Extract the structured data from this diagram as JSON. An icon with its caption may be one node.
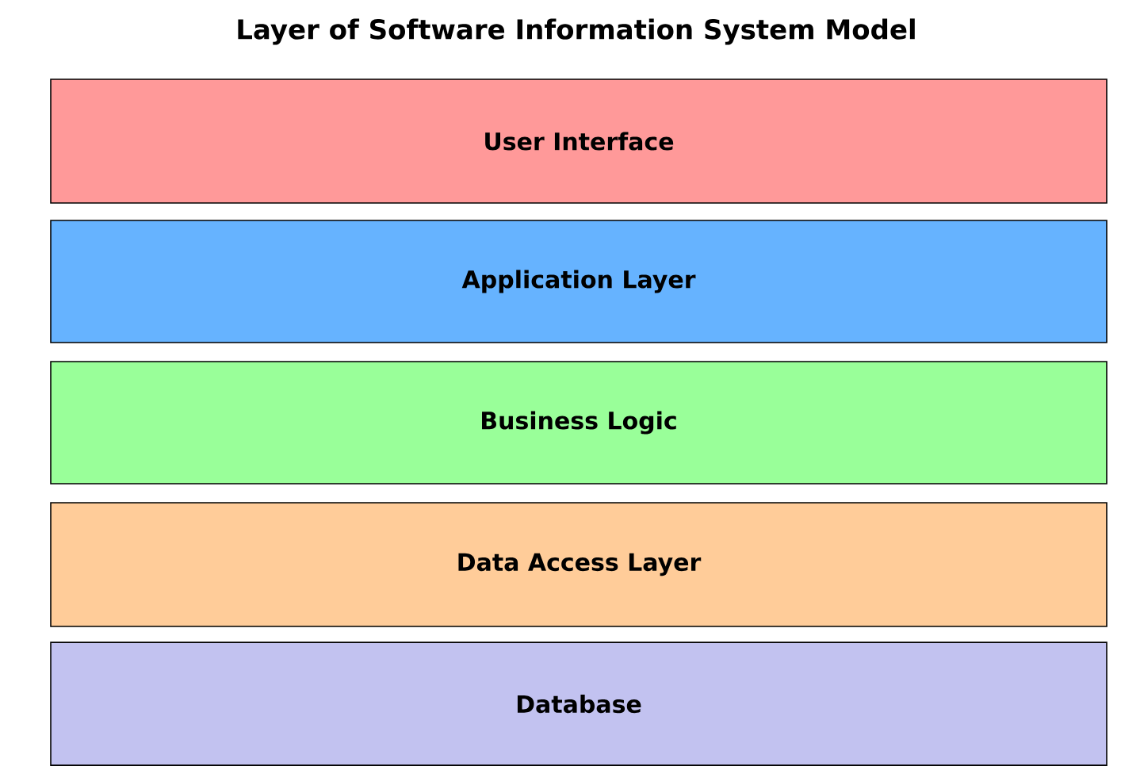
{
  "diagram": {
    "title": "Layer of Software Information System Model",
    "nodes": [
      {
        "text": [
          "User Interface"
        ]
      },
      {
        "text": [
          "Application Layer"
        ]
      },
      {
        "text": [
          "Business Logic"
        ]
      },
      {
        "text": [
          "Data Access Layer"
        ]
      },
      {
        "text": [
          "Database"
        ]
      }
    ]
  }
}
